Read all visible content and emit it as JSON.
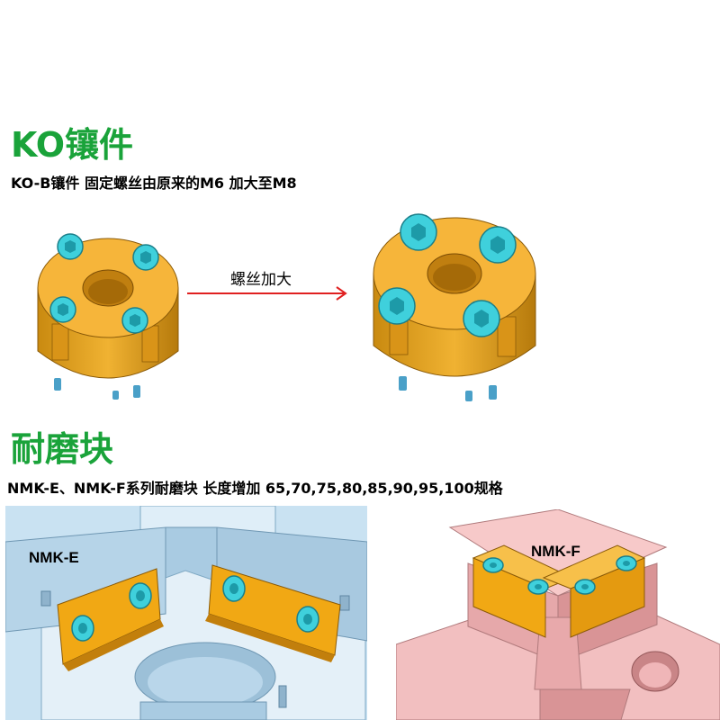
{
  "ko_section": {
    "heading": "KO镶件",
    "subtitle": "KO-B镶件 固定螺丝由原来的M6 加大至M8",
    "arrow_label": "螺丝加大"
  },
  "wear_section": {
    "heading": "耐磨块",
    "subtitle": "NMK-E、NMK-F系列耐磨块 长度增加 65,70,75,80,85,90,95,100规格",
    "nmk_e_label": "NMK-E",
    "nmk_f_label": "NMK-F"
  },
  "colors": {
    "heading_green": "#1aa33a",
    "insert_orange": "#f1a814",
    "screw_cyan": "#3fd0dc",
    "arrow_red": "#e02020",
    "mold_blue": "#bcd9ec",
    "mold_pink": "#f2bfc0"
  }
}
